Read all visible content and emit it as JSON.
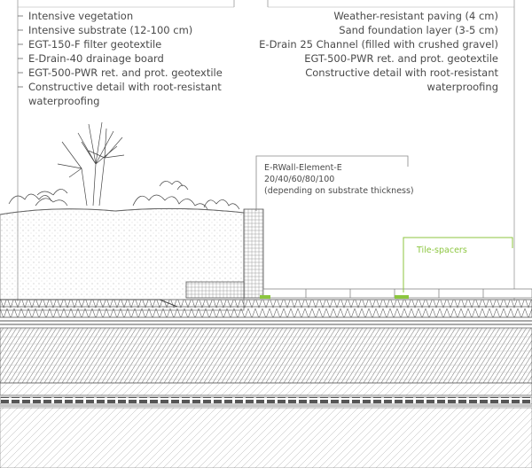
{
  "left_labels": [
    "Intensive vegetation",
    "Intensive substrate (12-100 cm)",
    "EGT-150-F filter geotextile",
    "E-Drain-40 drainage board",
    "EGT-500-PWR ret. and prot. geotextile",
    "Constructive detail with root-resistant",
    "waterproofing"
  ],
  "right_labels": [
    "Weather-resistant paving (4 cm)",
    "Sand foundation layer (3-5 cm)",
    "E-Drain 25 Channel (filled with crushed gravel)",
    "EGT-500-PWR ret. and prot. geotextile",
    "Constructive detail with root-resistant",
    "waterproofing"
  ],
  "wall_callout": [
    "E-RWall-Element-E",
    "20/40/60/80/100",
    "(depending on substrate thickness)"
  ],
  "spacer_callout": "Tile-spacers",
  "colors": {
    "text": "#4a4a4a",
    "line": "#555555",
    "accent": "#8cc63f"
  }
}
